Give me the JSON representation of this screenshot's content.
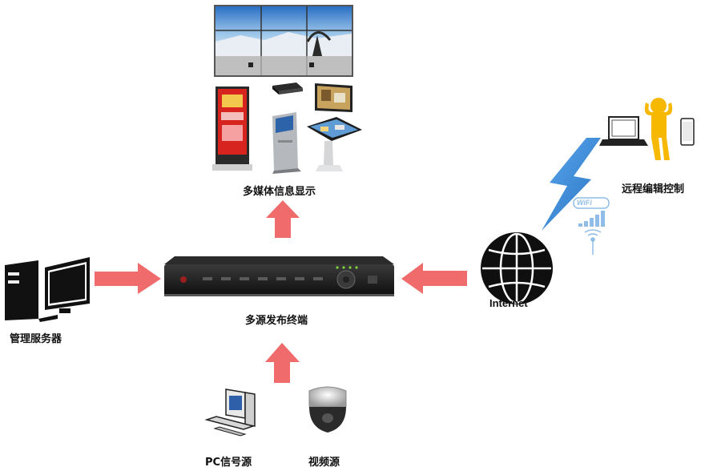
{
  "labels": {
    "multimedia_display": "多媒体信息显示",
    "publishing_terminal": "多源发布终端",
    "management_server": "管理服务器",
    "remote_control": "远程编辑控制",
    "internet": "Internet",
    "pc_source": "PC信号源",
    "video_source": "视频源",
    "wifi": "WiFi"
  },
  "colors": {
    "arrow": "#f06b6b",
    "lightning": "#3a8fd8",
    "device_dark": "#1a1a1a",
    "led_green": "#7fd23a"
  },
  "icons": [
    "video-wall-icon",
    "kiosk-poster-icon",
    "media-player-box-icon",
    "touch-kiosk-icon",
    "lcd-screen-icon",
    "touch-table-icon",
    "server-computer-icon",
    "publishing-terminal-icon",
    "globe-icon",
    "lightning-icon",
    "wifi-icon",
    "signal-bars-icon",
    "laptop-icon",
    "person-icon",
    "phone-icon",
    "desktop-pc-icon",
    "dome-camera-icon"
  ]
}
